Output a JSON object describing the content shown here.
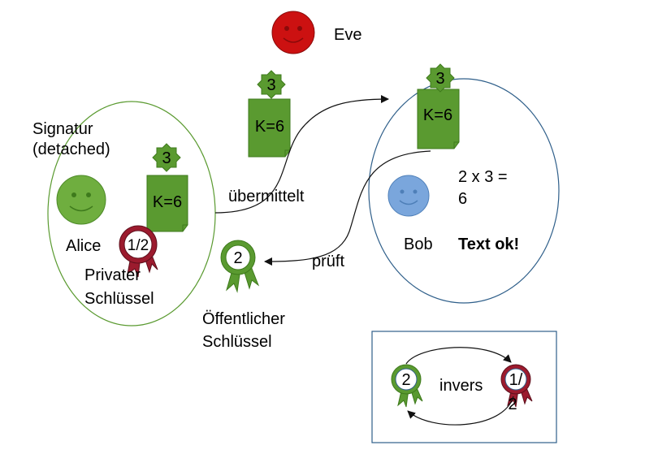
{
  "colors": {
    "green": "#5a9a30",
    "green_dark": "#3e7a1c",
    "smiley_green": "#6fae3f",
    "eve_red": "#cc1111",
    "bob_blue": "#7aa6dc",
    "seal_red": "#9c1b2e",
    "ellipse_green": "#5a9a30",
    "ellipse_blue": "#2f5f8a",
    "box_blue": "#2f5f8a"
  },
  "eve": {
    "name": "Eve",
    "icon": "smiley-face-icon"
  },
  "alice": {
    "name": "Alice",
    "signature_label_line1": "Signatur",
    "signature_label_line2": "(detached)",
    "document_text": "K=6",
    "badge_number": "3",
    "seal_number": "1/2",
    "private_key_line1": "Privater",
    "private_key_line2": "Schlüssel"
  },
  "transit": {
    "document_text": "K=6",
    "badge_number": "3",
    "arrow_label": "übermittelt"
  },
  "bob": {
    "name": "Bob",
    "document_text": "K=6",
    "badge_number": "3",
    "calc_line1": "2 x 3 =",
    "calc_line2": "6",
    "result": "Text ok!",
    "verify_label": "prüft"
  },
  "public_key": {
    "seal_number": "2",
    "label_line1": "Öffentlicher",
    "label_line2": "Schlüssel"
  },
  "legend": {
    "left_seal": "2",
    "right_seal_line1": "1/",
    "right_seal_line2": "2",
    "label": "invers"
  }
}
